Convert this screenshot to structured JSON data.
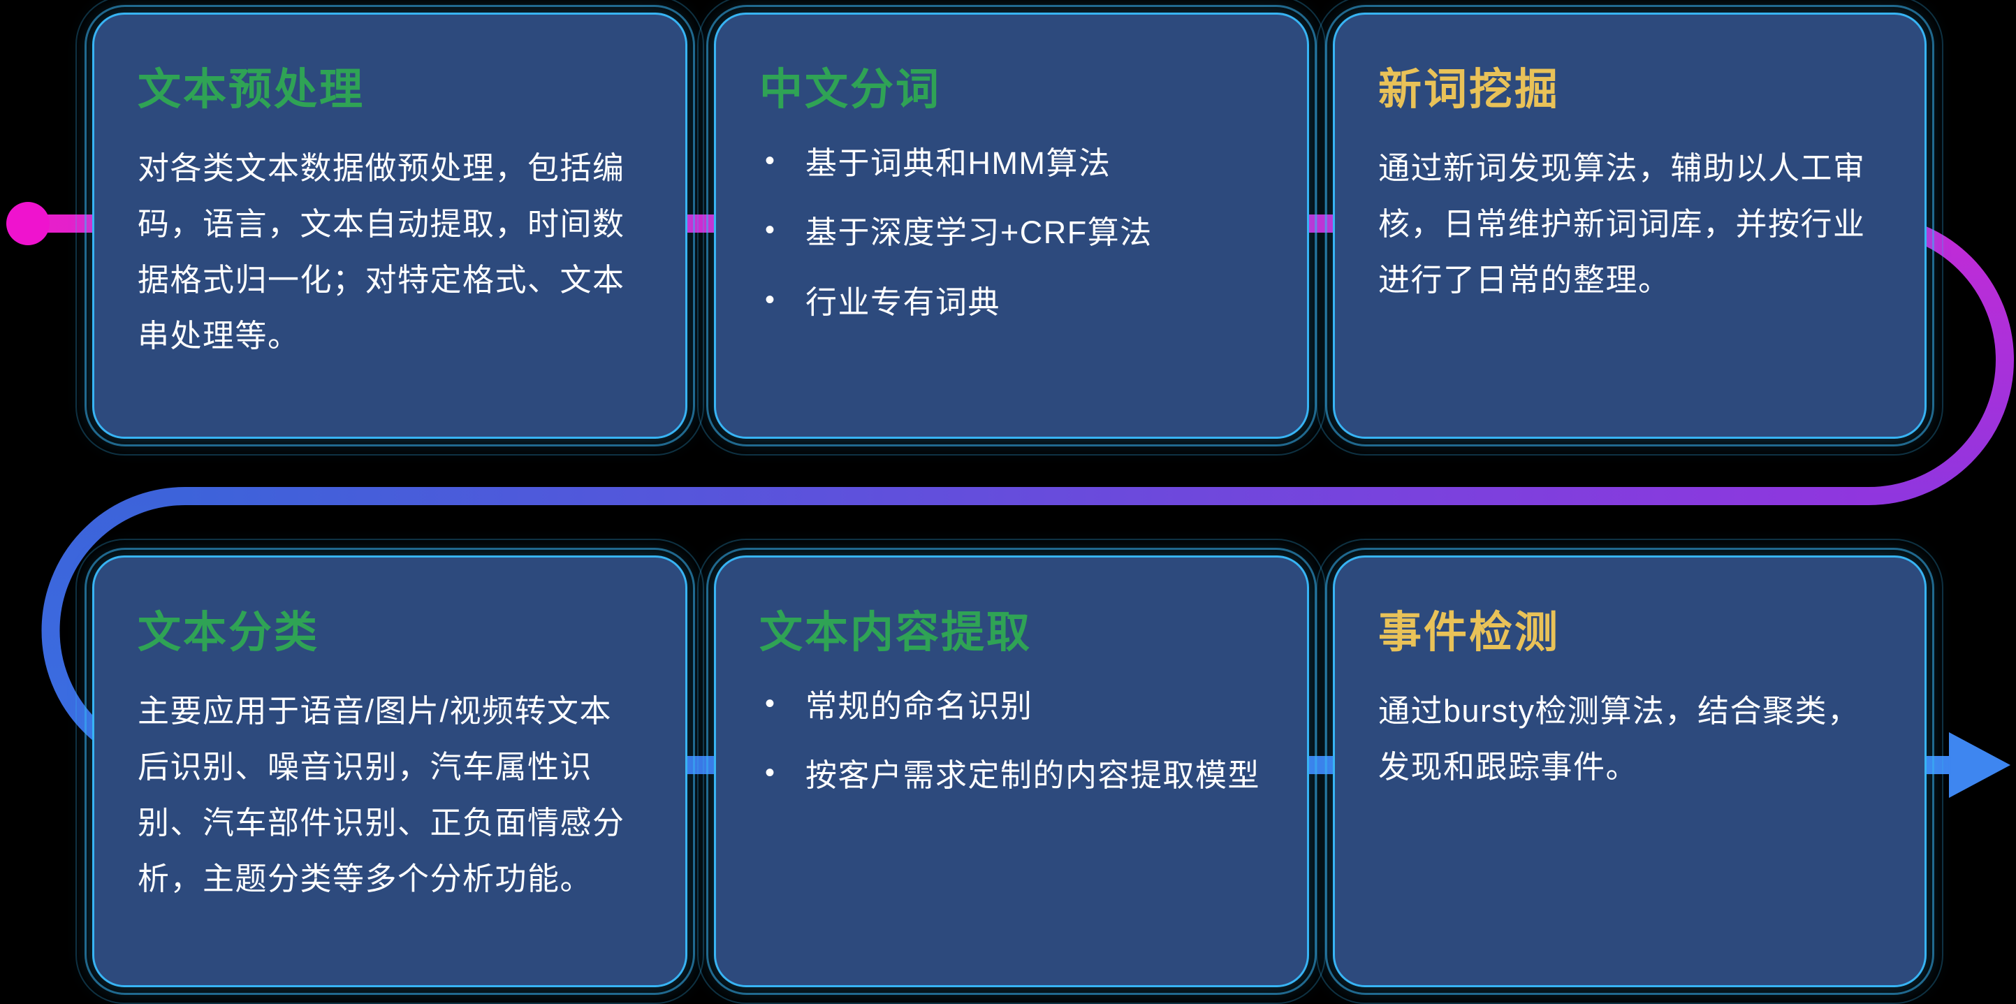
{
  "diagram_title": "NLP text processing capabilities flow",
  "colors": {
    "card-bg": "#2d4a7d",
    "card-border": "#38b4f4",
    "green": "#2fa355",
    "yellow": "#e9c258",
    "text": "#ffffff",
    "magenta": "#e620cb",
    "magenta2": "#c32bd6",
    "purple": "#9036de",
    "blue": "#3d63da",
    "blue2": "#3a6fe2",
    "blue3": "#3e86f0",
    "dot": "#ef13ce"
  },
  "cards": [
    {
      "id": "text-preprocessing",
      "title": "文本预处理",
      "title_color": "green",
      "body": "对各类文本数据做预处理，包括编码，语言，文本自动提取，时间数据格式归一化；对特定格式、文本串处理等。",
      "bullets": []
    },
    {
      "id": "chinese-word-segmentation",
      "title": "中文分词",
      "title_color": "green",
      "body": "",
      "bullets": [
        "基于词典和HMM算法",
        "基于深度学习+CRF算法",
        "行业专有词典"
      ]
    },
    {
      "id": "new-word-mining",
      "title": "新词挖掘",
      "title_color": "yellow",
      "body": "通过新词发现算法，辅助以人工审核，日常维护新词词库，并按行业进行了日常的整理。",
      "bullets": []
    },
    {
      "id": "text-classification",
      "title": "文本分类",
      "title_color": "green",
      "body": "主要应用于语音/图片/视频转文本后识别、噪音识别，汽车属性识别、汽车部件识别、正负面情感分析，主题分类等多个分析功能。",
      "bullets": []
    },
    {
      "id": "text-content-extraction",
      "title": "文本内容提取",
      "title_color": "green",
      "body": "",
      "bullets": [
        "常规的命名识别",
        "按客户需求定制的内容提取模型"
      ]
    },
    {
      "id": "event-detection",
      "title": "事件检测",
      "title_color": "yellow",
      "body": "通过bursty检测算法，结合聚类，发现和跟踪事件。",
      "bullets": []
    }
  ]
}
